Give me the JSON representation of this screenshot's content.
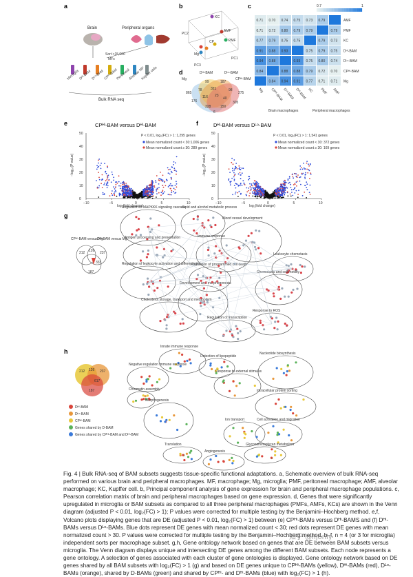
{
  "panel_labels": {
    "a": "a",
    "b": "b",
    "c": "c",
    "d": "d",
    "e": "e",
    "f": "f",
    "g": "g",
    "h": "h"
  },
  "panel_a": {
    "brain": "Brain",
    "peripheral": "Peripheral organs",
    "sort": "Sort >15,000",
    "mfs": "MFs",
    "bulk": "Bulk RNA seq",
    "cells": [
      "Microglia",
      "Dᴴⁱ-BAM",
      "Dᴸᵒ-BAM",
      "CPᴴⁱ-BAM",
      "Peritoneal",
      "Alveolar MF",
      "Kupffer cells"
    ]
  },
  "panel_b": {
    "axes": [
      "PC1",
      "PC2",
      "PC3"
    ],
    "points": [
      "AMF",
      "KC",
      "PMF",
      "CP",
      "DLo",
      "DHi",
      "Mg"
    ]
  },
  "panel_c": {
    "scale_min": "0.7",
    "scale_max": "1",
    "rows": [
      "AMF",
      "PMF",
      "KC",
      "Dᴴⁱ-BAM",
      "Dᴸᵒ-BAM",
      "CPᴴⁱ-BAM",
      "Mg"
    ],
    "cols": [
      "Mg",
      "CPᴴⁱ-BAM",
      "Dᴸᵒ-BAM",
      "Dᴴⁱ-BAM",
      "KC",
      "PMF",
      "AMF"
    ],
    "matrix": [
      [
        0.71,
        0.7,
        0.74,
        0.75,
        0.73,
        0.79,
        1
      ],
      [
        0.71,
        0.72,
        0.8,
        0.79,
        0.79,
        1,
        0.79
      ],
      [
        0.77,
        0.79,
        0.75,
        0.75,
        1,
        0.79,
        0.73
      ],
      [
        0.91,
        0.88,
        0.93,
        1,
        0.75,
        0.79,
        0.75
      ],
      [
        0.94,
        0.88,
        1,
        0.93,
        0.75,
        0.8,
        0.74
      ],
      [
        0.84,
        1,
        0.88,
        0.88,
        0.79,
        0.72,
        0.7
      ],
      [
        1,
        0.84,
        0.94,
        0.91,
        0.77,
        0.71,
        0.71
      ]
    ],
    "group_brain": "Brain\nmacrophages",
    "group_periph": "Peripheral\nmacrophages"
  },
  "panel_d": {
    "sets": [
      "Mg",
      "Dᴴⁱ-BAM",
      "Dᴸᵒ-BAM",
      "CPᴴⁱ-BAM"
    ],
    "numbers": [
      "865",
      "99",
      "187",
      "275",
      "78",
      "321",
      "98",
      "176",
      "116",
      "23",
      "40",
      "305",
      "328",
      "150",
      "6"
    ]
  },
  "panel_e": {
    "title": "CPᴴⁱ-BAM versus Dᴴⁱ-BAM",
    "stat1": "P < 0.01, log₂(FC) > 1: 1,295 genes",
    "legend1": "Mean normalized count < 30:1,006 genes",
    "legend2": "Mean normalized count ≥ 30: 289 genes",
    "xlabel": "log₂(fold change)",
    "ylabel": "−log₁₀(P value)",
    "xticks": [
      "−10",
      "−5",
      "0",
      "5",
      "10"
    ],
    "yticks": [
      "0",
      "10",
      "20",
      "30",
      "40",
      "50"
    ]
  },
  "panel_f": {
    "title": "Dᴴⁱ-BAM versus Dᴸᵒ-BAM",
    "stat1": "P < 0.01, log₂(FC) > 1: 1,541 genes",
    "legend1": "Mean normalized count < 30: 372 genes",
    "legend2": "Mean normalized count ≥ 30: 169 genes",
    "xlabel": "log₂(fold change)",
    "ylabel": "−log₁₀(P value)",
    "xticks": [
      "−10",
      "−5",
      "0",
      "5",
      "10"
    ],
    "yticks": [
      "0",
      "10",
      "20",
      "30",
      "40",
      "50"
    ]
  },
  "panel_g": {
    "venn_top_left": "CPᴴⁱ-BAM versus Mg",
    "venn_top_right": "Dᴴⁱ-BAM versus Mg",
    "venn_nums": [
      "212",
      "126",
      "237",
      "333",
      "187"
    ],
    "clusters": [
      "Regulation of MAPKKK signaling cascade",
      "Lipid and alcohol metabolic process",
      "Antigen processing and presentation",
      "Blood vessel development",
      "Regulation of leukocyte activation and differentiation",
      "Leukocyte chemotaxis",
      "Chemotaxis and cell motility",
      "Cholesterol storage, transport and metabolism",
      "Development and morphogenesis",
      "Response to ROS",
      "Regulation of transcription",
      "Regulation of programmed cell death",
      "Immune response"
    ]
  },
  "panel_h": {
    "legend": [
      "Dᴴⁱ-BAM",
      "Dᴸᵒ-BAM",
      "CPᴴⁱ-BAM",
      "Genes shared by D-BAM",
      "Genes shared by CPᴴⁱ-BAM and Dᴴⁱ-BAM"
    ],
    "legend_colors": [
      "#d9443a",
      "#e8973a",
      "#e8c83a",
      "#5ab25a",
      "#3a7ad9"
    ],
    "venn_nums": [
      "212",
      "237",
      "126",
      "617",
      "187"
    ],
    "clusters": [
      "Innate immune response",
      "Negative regulation immune response",
      "Chromatin assembly",
      "Detection of lipopeptide",
      "Nucleotide biosynthesis",
      "Response to external stimulus",
      "Morphogenesis",
      "Intracellular protein sorting",
      "Cell activation and migration",
      "Ion transport",
      "Translation",
      "Angiogenesis",
      "Glycosaminoglycan metabolism"
    ]
  },
  "caption": {
    "p1": "Fig. 4 | Bulk RNA-seq of BAM subsets suggests tissue-specific functional adaptations. a, Schematic overview of bulk RNA-seq performed on various brain and peripheral macrophages. MF, macrophage; Mg, microglia; PMF, peritoneal macrophage; AMF, alveolar macrophage; KC, Kupffer cell. b, Principal component analysis of gene expression for brain and peripheral macrophage populations. c, Pearson correlation matrix of brain and peripheral macrophages based on gene expression. d, Genes that were significantly upregulated in microglia or BAM subsets as compared to all three peripheral macrophages (PMFs, AMFs, KCs) are shown in the Venn diagram (adjusted P < 0.01, log₂(FC) > 1); P values were corrected for multiple testing by the Benjamini–Hochberg method. e,f, Volcano plots displaying genes that are DE (adjusted P < 0.01, log₂(FC) > 1) between (e) CPᴴⁱ-BAMs versus Dᴴⁱ-BAMS and (f) Dᴴⁱ-BAMs versus Dᴸᵒ-BAMs. Blue dots represent DE genes with mean normalized count < 30; red dots represent DE genes with mean normalized count > 30. P values were corrected for multiple testing by the Benjamini–Hochberg method. b–f, n = 4 (or 3 for microglia) independent sorts per macrophage subset. g,h, Gene ontology network based on genes that are DE between BAM subsets versus microglia. The Venn diagram displays unique and intersecting DE genes among the different BAM subsets. Each node represents a gene ontology. A selection of genes associated with each cluster of gene ontologies is displayed. Gene ontology network based on DE genes shared by all BAM subsets with log₂(FC) > 1 (g) and based on DE genes unique to CPᴴⁱ-BAMs (yellow), Dᴴⁱ-BAMs (red), Dᴸᵒ-BAMs (orange), shared by D-BAMs (green) and shared by CPᴴⁱ- and Dᴴⁱ-BAMs (blue) with log₂(FC) > 1 (h)."
  },
  "watermark": "知乎 @lijonly"
}
